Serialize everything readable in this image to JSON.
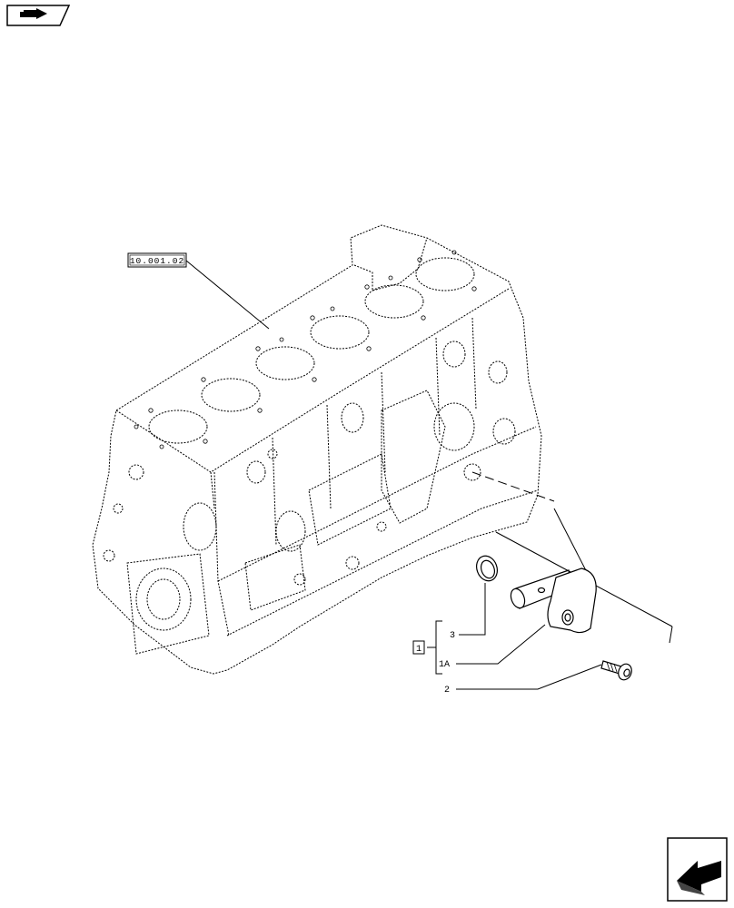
{
  "reference_label": "10.001.02",
  "group_label": "1",
  "callouts": {
    "washer": "3",
    "nozzle": "1A",
    "screw": "2"
  },
  "icons": {
    "top_left": "book-arrow-icon",
    "bottom_right": "next-page-arrow-icon"
  },
  "colors": {
    "line": "#000000",
    "background": "#ffffff"
  }
}
